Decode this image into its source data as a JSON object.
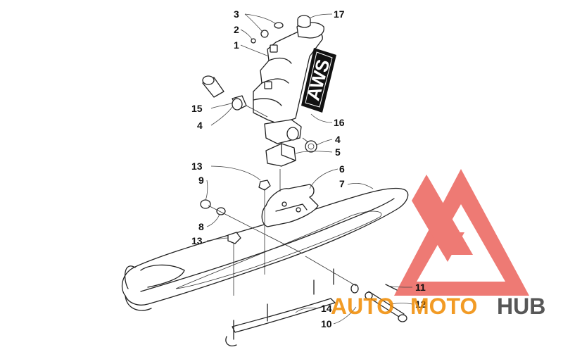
{
  "diagram": {
    "callouts": [
      {
        "id": "c17",
        "label": "17"
      },
      {
        "id": "c3",
        "label": "3"
      },
      {
        "id": "c2",
        "label": "2"
      },
      {
        "id": "c1",
        "label": "1"
      },
      {
        "id": "c15",
        "label": "15"
      },
      {
        "id": "c4a",
        "label": "4"
      },
      {
        "id": "c16",
        "label": "16"
      },
      {
        "id": "c4b",
        "label": "4"
      },
      {
        "id": "c5",
        "label": "5"
      },
      {
        "id": "c13a",
        "label": "13"
      },
      {
        "id": "c6",
        "label": "6"
      },
      {
        "id": "c9",
        "label": "9"
      },
      {
        "id": "c7",
        "label": "7"
      },
      {
        "id": "c8",
        "label": "8"
      },
      {
        "id": "c13b",
        "label": "13"
      },
      {
        "id": "c11",
        "label": "11"
      },
      {
        "id": "c14",
        "label": "14"
      },
      {
        "id": "c12",
        "label": "12"
      },
      {
        "id": "c10",
        "label": "10"
      }
    ],
    "decal_text": "AWS"
  },
  "watermark": {
    "text_a": "AUTO",
    "text_b": "MOTO",
    "text_c": "HUB",
    "color_primary": "#f08a00",
    "color_secondary": "#3a3a3a",
    "color_logo": "#e8473f"
  }
}
